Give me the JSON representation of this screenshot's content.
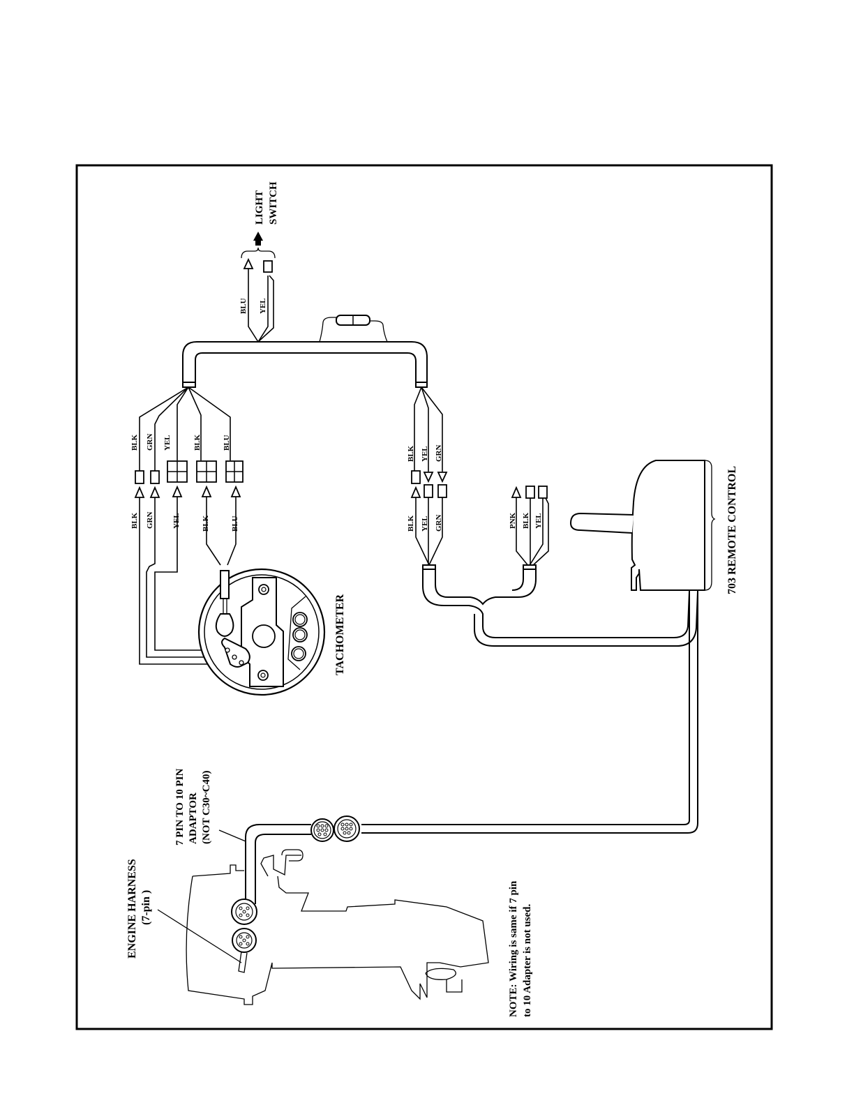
{
  "title": "703 Remote Control / Tachometer Wiring Diagram",
  "labels": {
    "light_switch_line1": "LIGHT",
    "light_switch_line2": "SWITCH",
    "tachometer": "TACHOMETER",
    "remote_control": "703 REMOTE CONTROL",
    "engine_harness_line1": "ENGINE HARNESS",
    "engine_harness_line2": "(7-pin )",
    "adaptor_line1": "7 PIN TO 10 PIN",
    "adaptor_line2": "ADAPTOR",
    "adaptor_line3": "(NOT C30~C40)",
    "note_line1": "NOTE: Wiring is same if 7 pin",
    "note_line2": "to 10 Adapter is not used."
  },
  "light_switch_wires": [
    "BLU",
    "YEL"
  ],
  "tach_connectors": {
    "harness_side": [
      "BLK",
      "GRN",
      "YEL",
      "BLK",
      "BLU"
    ],
    "tach_side": [
      "BLK",
      "GRN",
      "YEL",
      "BLK",
      "BLU"
    ]
  },
  "remote_connectors": {
    "harness_side": [
      "BLK",
      "YEL",
      "GRN"
    ],
    "control_side": [
      "BLK",
      "YEL",
      "GRN"
    ]
  },
  "remote_lead_wires": [
    "PNK",
    "BLK",
    "YEL"
  ]
}
